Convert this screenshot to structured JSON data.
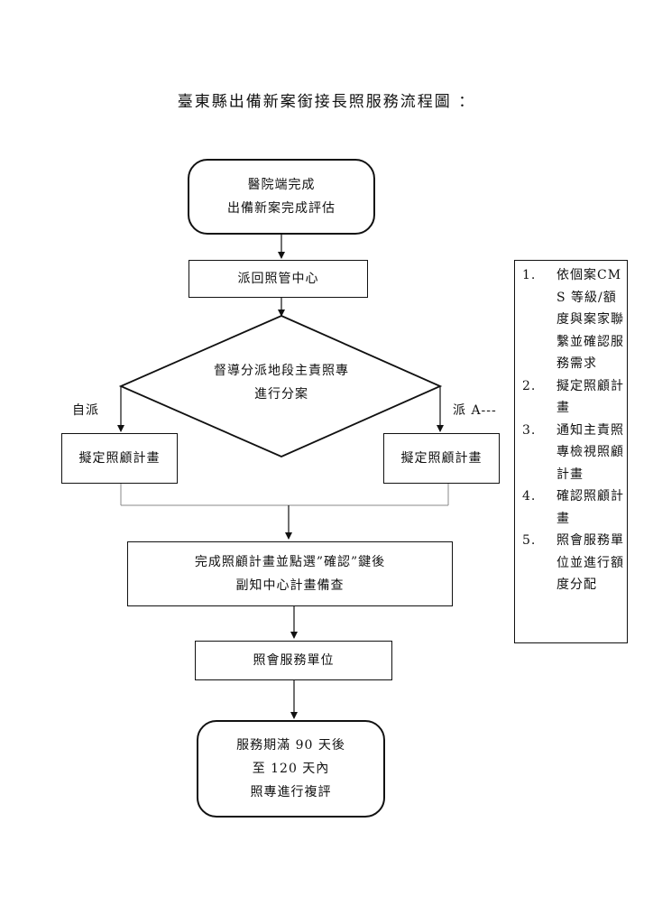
{
  "title": "臺東縣出備新案銜接長照服務流程圖 ：",
  "nodes": {
    "start": {
      "line1": "醫院端完成",
      "line2": "出備新案完成評估"
    },
    "dispatch": {
      "label": "派回照管中心"
    },
    "decision": {
      "line1": "督導分派地段主責照專",
      "line2": "進行分案"
    },
    "branch_left": {
      "edge_label": "自派",
      "box": "擬定照顧計畫"
    },
    "branch_right": {
      "edge_label": "派 A---",
      "box": "擬定照顧計畫"
    },
    "complete": {
      "line1": "完成照顧計畫並點選”確認”鍵後",
      "line2": "副知中心計畫備查"
    },
    "notify": {
      "label": "照會服務單位"
    },
    "end": {
      "line1": "服務期滿 90 天後",
      "line2": "至 120 天內",
      "line3": "照專進行複評"
    }
  },
  "notes": [
    {
      "num": "1.",
      "text": "依個案CMS 等級/額度與案家聯繫並確認服務需求"
    },
    {
      "num": "2.",
      "text": "擬定照顧計畫"
    },
    {
      "num": "3.",
      "text": "通知主責照專檢視照顧計畫"
    },
    {
      "num": "4.",
      "text": "確認照顧計畫"
    },
    {
      "num": "5.",
      "text": "照會服務單位並進行額度分配"
    }
  ]
}
